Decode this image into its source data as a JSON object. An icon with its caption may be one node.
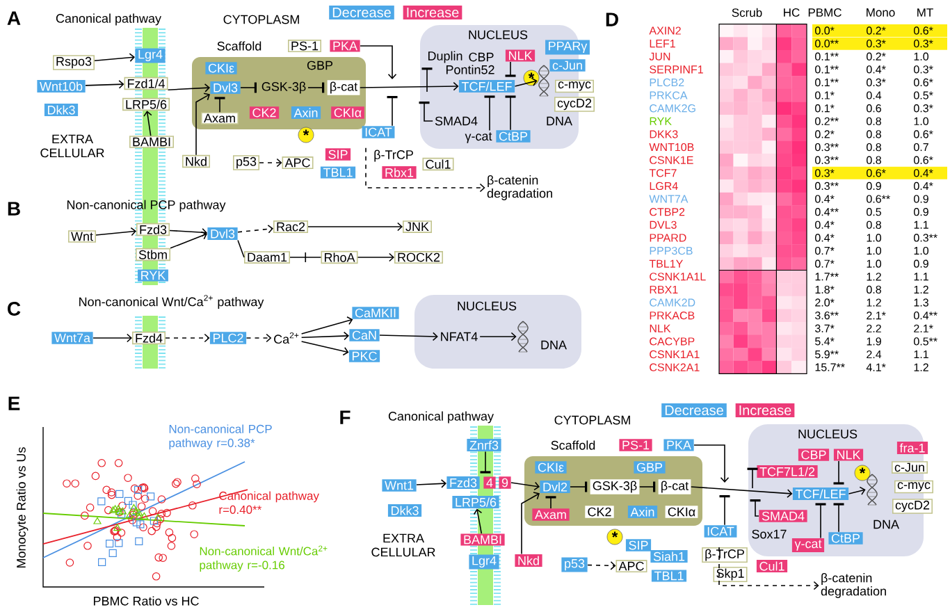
{
  "diagram": {
    "nodes": [
      {
        "text": [
          "Rspo3"
        ]
      },
      {
        "text": [
          "Lgr4"
        ]
      },
      {
        "text": [
          "Wnt10b"
        ]
      },
      {
        "text": [
          "Dkk3"
        ]
      },
      {
        "text": [
          "Fzd1/4"
        ]
      },
      {
        "text": [
          "LRP5/6"
        ]
      },
      {
        "text": [
          "BAMBI"
        ]
      },
      {
        "text": [
          "Nkd"
        ]
      },
      {
        "text": [
          "Scaffold"
        ]
      },
      {
        "text": [
          "CKIε"
        ],
        "in": 8
      },
      {
        "text": [
          "GBP"
        ],
        "in": 8
      },
      {
        "text": [
          "Dvl3"
        ],
        "in": 8
      },
      {
        "text": [
          "GSK-3β"
        ],
        "in": 8
      },
      {
        "text": [
          "β-cat"
        ],
        "in": 8
      },
      {
        "text": [
          "Axam"
        ],
        "in": 8
      },
      {
        "text": [
          "CK2"
        ],
        "in": 8
      },
      {
        "text": [
          "Axin"
        ],
        "in": 8
      },
      {
        "text": [
          "CKIα"
        ],
        "in": 8
      },
      {
        "text": [
          "*"
        ]
      },
      {
        "text": [
          "PS-1"
        ]
      },
      {
        "text": [
          "PKA"
        ]
      },
      {
        "text": [
          "ICAT"
        ]
      },
      {
        "text": [
          "NUCLEUS"
        ]
      },
      {
        "text": [
          "Duplin"
        ],
        "in": 22
      },
      {
        "text": [
          "CBP"
        ],
        "in": 22
      },
      {
        "text": [
          "NLK"
        ],
        "in": 22
      },
      {
        "text": [
          "Pontin52"
        ],
        "in": 22
      },
      {
        "text": [
          "TCF/LEF"
        ],
        "in": 22
      },
      {
        "text": [
          "SMAD4"
        ],
        "in": 22
      },
      {
        "text": [
          "γ-cat"
        ],
        "in": 22
      },
      {
        "text": [
          "CtBP"
        ],
        "in": 22
      },
      {
        "text": [
          "*"
        ],
        "in": 22
      },
      {
        "text": [
          "DNA"
        ],
        "in": 22
      },
      {
        "text": [
          "PPARγ"
        ]
      },
      {
        "text": [
          "c-Jun"
        ]
      },
      {
        "text": [
          "c-myc"
        ]
      },
      {
        "text": [
          "cycD2"
        ]
      },
      {
        "text": [
          "p53"
        ]
      },
      {
        "text": [
          "APC"
        ]
      },
      {
        "text": [
          "SIP"
        ]
      },
      {
        "text": [
          "TBL1"
        ]
      },
      {
        "text": [
          "β-TrCP"
        ]
      },
      {
        "text": [
          "Rbx1"
        ]
      },
      {
        "text": [
          "Cul1"
        ]
      },
      {
        "text": [
          "β-catenin degradation"
        ]
      },
      {
        "text": [
          "Wnt"
        ]
      },
      {
        "text": [
          "Fzd3"
        ]
      },
      {
        "text": [
          "Stbm"
        ]
      },
      {
        "text": [
          "RYK"
        ]
      },
      {
        "text": [
          "Dvl3"
        ]
      },
      {
        "text": [
          "Rac2"
        ]
      },
      {
        "text": [
          "JNK"
        ]
      },
      {
        "text": [
          "Daam1"
        ]
      },
      {
        "text": [
          "RhoA"
        ]
      },
      {
        "text": [
          "ROCK2"
        ]
      },
      {
        "text": [
          "Wnt7a"
        ]
      },
      {
        "text": [
          "Fzd4"
        ]
      },
      {
        "text": [
          "PLC2"
        ]
      },
      {
        "text": [
          "Ca$^{2+}$"
        ]
      },
      {
        "text": [
          "CaMKII"
        ]
      },
      {
        "text": [
          "CaN"
        ]
      },
      {
        "text": [
          "PKC"
        ]
      },
      {
        "text": [
          "NUCLEUS"
        ]
      },
      {
        "text": [
          "NFAT4"
        ],
        "in": 62
      },
      {
        "text": [
          "DNA"
        ],
        "in": 62
      },
      {
        "text": [
          "Znrf3"
        ]
      },
      {
        "text": [
          "Wnt1"
        ]
      },
      {
        "text": [
          "Dkk3"
        ]
      },
      {
        "text": [
          "Fzd3"
        ]
      },
      {
        "text": [
          "4"
        ]
      },
      {
        "text": [
          "9"
        ]
      },
      {
        "text": [
          "LRP5/6"
        ]
      },
      {
        "text": [
          "BAMBI"
        ]
      },
      {
        "text": [
          "Lgr4"
        ]
      },
      {
        "text": [
          "Nkd"
        ]
      },
      {
        "text": [
          "Scaffold"
        ]
      },
      {
        "text": [
          "CKIε"
        ],
        "in": 75
      },
      {
        "text": [
          "GBP"
        ],
        "in": 75
      },
      {
        "text": [
          "Dvl2"
        ],
        "in": 75
      },
      {
        "text": [
          "GSK-3β"
        ],
        "in": 75
      },
      {
        "text": [
          "β-cat"
        ],
        "in": 75
      },
      {
        "text": [
          "Axam"
        ],
        "in": 75
      },
      {
        "text": [
          "CK2"
        ],
        "in": 75
      },
      {
        "text": [
          "Axin"
        ],
        "in": 75
      },
      {
        "text": [
          "CKIα"
        ],
        "in": 75
      },
      {
        "text": [
          "*"
        ]
      },
      {
        "text": [
          "PS-1"
        ]
      },
      {
        "text": [
          "PKA"
        ]
      },
      {
        "text": [
          "SIP"
        ]
      },
      {
        "text": [
          "Siah1"
        ]
      },
      {
        "text": [
          "TBL1"
        ]
      },
      {
        "text": [
          "p53"
        ]
      },
      {
        "text": [
          "APC"
        ]
      },
      {
        "text": [
          "β-TrCP"
        ]
      },
      {
        "text": [
          "Skp1"
        ]
      },
      {
        "text": [
          "Cul1"
        ]
      },
      {
        "text": [
          "β-catenin degradation"
        ]
      },
      {
        "text": [
          "ICAT"
        ]
      },
      {
        "text": [
          "NUCLEUS"
        ]
      },
      {
        "text": [
          "CBP"
        ],
        "in": 98
      },
      {
        "text": [
          "NLK"
        ],
        "in": 98
      },
      {
        "text": [
          "TCF7L1/2"
        ],
        "in": 98
      },
      {
        "text": [
          "TCF/LEF"
        ],
        "in": 98
      },
      {
        "text": [
          "SMAD4"
        ],
        "in": 98
      },
      {
        "text": [
          "Sox17"
        ],
        "in": 98
      },
      {
        "text": [
          "γ-cat"
        ],
        "in": 98
      },
      {
        "text": [
          "CtBP"
        ],
        "in": 98
      },
      {
        "text": [
          "*"
        ],
        "in": 98
      },
      {
        "text": [
          "DNA"
        ],
        "in": 98
      },
      {
        "text": [
          "fra-1"
        ]
      },
      {
        "text": [
          "c-Jun"
        ]
      },
      {
        "text": [
          "c-myc"
        ]
      },
      {
        "text": [
          "cycD2"
        ]
      }
    ],
    "edges": [
      {
        "from": 0,
        "to": 1,
        "arrow": "to"
      },
      {
        "from": 2,
        "to": 4,
        "arrow": "to"
      },
      {
        "from": 6,
        "to": 5,
        "arrow": "to"
      },
      {
        "from": 4,
        "to": 11,
        "arrow": "to"
      },
      {
        "from": 7,
        "to": 11,
        "arrow": "to"
      },
      {
        "from": 11,
        "to": 12,
        "arrow": "other"
      },
      {
        "from": 12,
        "to": 13,
        "arrow": "other"
      },
      {
        "from": 14,
        "to": 11,
        "arrow": "other"
      },
      {
        "from": 13,
        "to": 27,
        "arrow": "to"
      },
      {
        "from": 20,
        "to": null,
        "arrow": "to"
      },
      {
        "from": 21,
        "to": null,
        "arrow": "other"
      },
      {
        "from": null,
        "to": 23,
        "arrow": "other"
      },
      {
        "from": 25,
        "to": 27,
        "arrow": "other"
      },
      {
        "from": 28,
        "to": null,
        "arrow": "other"
      },
      {
        "from": 29,
        "to": 27,
        "arrow": "other"
      },
      {
        "from": 30,
        "to": 27,
        "arrow": "other"
      },
      {
        "from": 27,
        "to": 32,
        "arrow": "to"
      },
      {
        "from": 37,
        "to": 38,
        "arrow": "to",
        "style": "dashed"
      },
      {
        "from": 41,
        "to": 44,
        "arrow": "to",
        "style": "dashed"
      },
      {
        "from": 45,
        "to": 46,
        "arrow": "to"
      },
      {
        "from": 46,
        "to": 49,
        "arrow": "to"
      },
      {
        "from": 47,
        "to": 49,
        "arrow": "to"
      },
      {
        "from": 49,
        "to": 50,
        "arrow": "to",
        "style": "dashed"
      },
      {
        "from": 50,
        "to": 51,
        "arrow": "to"
      },
      {
        "from": 49,
        "to": 52,
        "arrow": "none"
      },
      {
        "from": 52,
        "to": 53,
        "arrow": "none"
      },
      {
        "from": 53,
        "to": 54,
        "arrow": "to"
      },
      {
        "from": 55,
        "to": 56,
        "arrow": "to"
      },
      {
        "from": 56,
        "to": 57,
        "arrow": "to",
        "style": "dashed"
      },
      {
        "from": 57,
        "to": 58,
        "arrow": "to",
        "style": "dashed"
      },
      {
        "from": 58,
        "to": 59,
        "arrow": "to"
      },
      {
        "from": 58,
        "to": 60,
        "arrow": "to"
      },
      {
        "from": 58,
        "to": 61,
        "arrow": "to"
      },
      {
        "from": 60,
        "to": 63,
        "arrow": "to"
      },
      {
        "from": 63,
        "to": 64,
        "arrow": "to"
      },
      {
        "from": 66,
        "to": 68,
        "arrow": "to"
      },
      {
        "from": 65,
        "to": 68,
        "arrow": "other"
      },
      {
        "from": 72,
        "to": 71,
        "arrow": "to"
      },
      {
        "from": 70,
        "to": 78,
        "arrow": "to"
      },
      {
        "from": 74,
        "to": 78,
        "arrow": "to"
      },
      {
        "from": 78,
        "to": 79,
        "arrow": "other"
      },
      {
        "from": 79,
        "to": 80,
        "arrow": "other"
      },
      {
        "from": 81,
        "to": 78,
        "arrow": "other"
      },
      {
        "from": 80,
        "to": 102,
        "arrow": "to"
      },
      {
        "from": 87,
        "to": null,
        "arrow": "to"
      },
      {
        "from": 97,
        "to": null,
        "arrow": "other"
      },
      {
        "from": null,
        "to": 101,
        "arrow": "other"
      },
      {
        "from": 103,
        "to": null,
        "arrow": "other"
      },
      {
        "from": 105,
        "to": 102,
        "arrow": "other"
      },
      {
        "from": 106,
        "to": 102,
        "arrow": "other"
      },
      {
        "from": 100,
        "to": 102,
        "arrow": "other"
      },
      {
        "from": 102,
        "to": 108,
        "arrow": "to"
      },
      {
        "from": 91,
        "to": 92,
        "arrow": "to",
        "style": "dashed"
      },
      {
        "from": 93,
        "to": 96,
        "arrow": "to",
        "style": "dashed"
      }
    ],
    "labels": [
      "A",
      "Canonical pathway",
      "CYTOPLASM",
      "EXTRA CELLULAR",
      "B",
      "Non-canonical PCP pathway",
      "C",
      "Non-canonical Wnt/Ca$^{2+}$ pathway",
      "D",
      "Scrub",
      "HC",
      "PBMC",
      "Mono",
      "MT",
      "AXIN2",
      "0.0*",
      "0.2*",
      "0.6*",
      "LEF1",
      "0.0**",
      "0.3*",
      "0.3*",
      "JUN",
      "0.1**",
      "0.2*",
      "1.0",
      "SERPINF1",
      "0.1**",
      "0.4*",
      "0.3*",
      "PLCB2",
      "0.1**",
      "0.3*",
      "0.6*",
      "PRKCA",
      "0.1*",
      "0.4",
      "0.5*",
      "CAMK2G",
      "0.1*",
      "0.6",
      "0.3*",
      "RYK",
      "0.2**",
      "0.8",
      "1.0",
      "DKK3",
      "0.2*",
      "0.8",
      "0.6*",
      "WNT10B",
      "0.3**",
      "0.8",
      "0.7",
      "CSNK1E",
      "0.3**",
      "0.8",
      "0.6*",
      "TCF7",
      "0.3*",
      "0.6*",
      "0.4*",
      "LGR4",
      "0.3**",
      "0.9",
      "0.4*",
      "WNT7A",
      "0.4*",
      "0.6**",
      "0.9",
      "CTBP2",
      "0.4**",
      "0.5",
      "0.9",
      "DVL3",
      "0.4*",
      "0.8",
      "1.1",
      "PPARD",
      "0.4*",
      "1.0",
      "0.3**",
      "PPP3CB",
      "0.7*",
      "1.0",
      "1.0",
      "TBL1Y",
      "0.7*",
      "1.0",
      "0.9",
      "CSNK1A1L",
      "1.7**",
      "1.2",
      "1.1",
      "RBX1",
      "1.8*",
      "0.8",
      "1.2",
      "CAMK2D",
      "2.0*",
      "1.2",
      "1.3",
      "PRKACB",
      "3.6**",
      "2.1*",
      "0.4**",
      "NLK",
      "3.7*",
      "2.2",
      "2.1*",
      "CACYBP",
      "5.4*",
      "1.9",
      "0.5**",
      "CSNK1A1",
      "5.9**",
      "2.4",
      "1.1",
      "CSNK2A1",
      "15.7**",
      "4.1*",
      "1.2",
      "E",
      "Non-canonical PCP pathway r=0.38*",
      "Canonical pathway r=0.40**",
      "Non-canonical Wnt/Ca$^{2+}$ pathway r=-0.16",
      "Monocyte Ratio vs Us",
      "PBMC Ratio vs HC",
      "F",
      "Canonical pathway",
      "CYTOPLASM",
      "EXTRA CELLULAR"
    ],
    "legend": [
      {
        "text": "Decrease",
        "color": "#4da8e8"
      },
      {
        "text": "Increase",
        "color": "#ec3b78"
      },
      {
        "text": "Decrease",
        "color": "#4da8e8"
      },
      {
        "text": "Increase",
        "color": "#ec3b78"
      }
    ]
  }
}
